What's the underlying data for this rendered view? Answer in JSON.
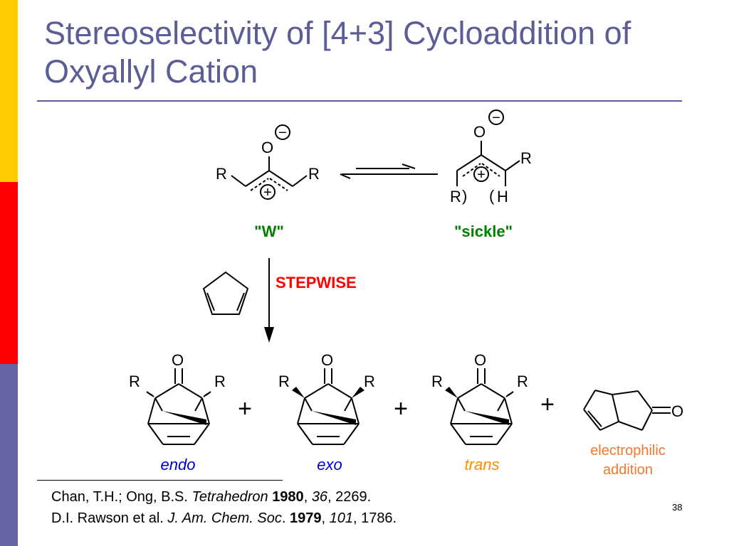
{
  "slide": {
    "title": "Stereoselectivity of [4+3] Cycloaddition of Oxyallyl Cation",
    "number": "38"
  },
  "scheme": {
    "atoms": {
      "O": "O",
      "R": "R",
      "H": "H"
    },
    "charges": {
      "minus": "−",
      "plus": "+"
    },
    "paren_right": ")",
    "paren_left": "(",
    "w_label": "\"W\"",
    "sickle_label": "\"sickle\"",
    "stepwise_label": "STEPWISE",
    "plus_sign": "+",
    "products": {
      "endo": "endo",
      "exo": "exo",
      "trans": "trans",
      "electrophilic_line1": "electrophilic",
      "electrophilic_line2": "addition"
    }
  },
  "references": {
    "ref1": {
      "authors": "Chan, T.H.; Ong, B.S. ",
      "journal": "Tetrahedron",
      "year": "1980",
      "sep1": ", ",
      "volume": "36",
      "pages": ", 2269."
    },
    "ref2": {
      "authors": "D.I. Rawson et al. ",
      "journal": "J. Am. Chem. Soc",
      "dot": ". ",
      "year": "1979",
      "sep1": ", ",
      "volume": "101",
      "pages": ", 1786."
    }
  },
  "colors": {
    "title": "#5c5c96",
    "accent_green": "#008000",
    "stepwise_red": "#ff0000",
    "endo_blue": "#0000cc",
    "trans_orange": "#ff8c00",
    "electrophilic_orange": "#f07830",
    "bar_yellow": "#ffcc00",
    "bar_red": "#ff0000",
    "bar_blue": "#6666a6"
  }
}
